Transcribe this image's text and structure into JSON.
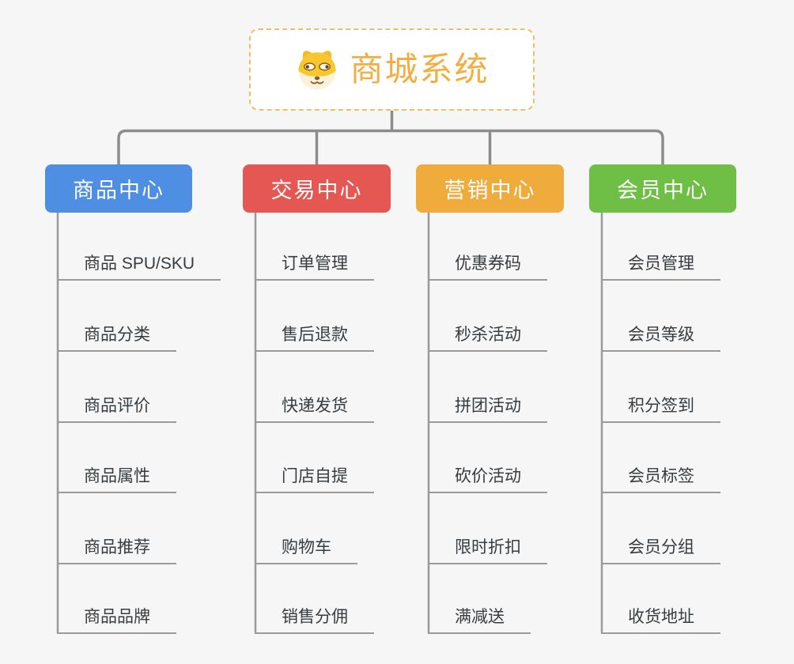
{
  "canvas": {
    "background": "#F5F6F5",
    "connector_color": "#8C8C8C",
    "underline_color": "#9A9A9A"
  },
  "root": {
    "title": "商城系统",
    "icon": "dog-face-icon",
    "text_color": "#F2AE41",
    "border_color": "#F3BC66"
  },
  "branches": [
    {
      "label": "商品中心",
      "color": "#4E8FE4",
      "children": [
        "商品 SPU/SKU",
        "商品分类",
        "商品评价",
        "商品属性",
        "商品推荐",
        "商品品牌"
      ]
    },
    {
      "label": "交易中心",
      "color": "#E45752",
      "children": [
        "订单管理",
        "售后退款",
        "快递发货",
        "门店自提",
        "购物车",
        "销售分佣"
      ]
    },
    {
      "label": "营销中心",
      "color": "#EFAC3D",
      "children": [
        "优惠券码",
        "秒杀活动",
        "拼团活动",
        "砍价活动",
        "限时折扣",
        "满减送"
      ]
    },
    {
      "label": "会员中心",
      "color": "#6FBE45",
      "children": [
        "会员管理",
        "会员等级",
        "积分签到",
        "会员标签",
        "会员分组",
        "收货地址"
      ]
    }
  ]
}
